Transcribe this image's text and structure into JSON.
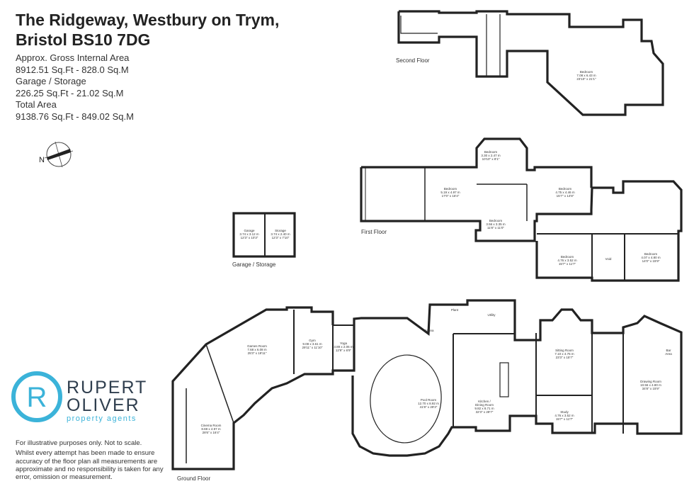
{
  "title": {
    "line1": "The Ridgeway, Westbury on Trym,",
    "line2": "Bristol BS10 7DG"
  },
  "areas": {
    "gia_label": "Approx. Gross Internal Area",
    "gia_value": "8912.51 Sq.Ft - 828.0 Sq.M",
    "garage_label": "Garage / Storage",
    "garage_value": "226.25 Sq.Ft - 21.02 Sq.M",
    "total_label": "Total Area",
    "total_value": "9138.76 Sq.Ft - 849.02 Sq.M"
  },
  "floors": {
    "second": "Second Floor",
    "first": "First Floor",
    "ground": "Ground Floor",
    "garage": "Garage / Storage"
  },
  "rooms": {
    "bedroom_second": {
      "name": "Bedroom",
      "dim1": "7.08 x 6.43 m",
      "dim2": "23'10\" x 21'1\""
    },
    "bedroom_a": {
      "name": "Bedroom",
      "dim1": "3.30 x 2.47 m",
      "dim2": "10'10\" x 8'1\""
    },
    "bedroom_b": {
      "name": "Bedroom",
      "dim1": "5.19 x 4.97 m",
      "dim2": "17'0\" x 16'4\""
    },
    "bedroom_c": {
      "name": "Bedroom",
      "dim1": "4.75 x 4.46 m",
      "dim2": "15'7\" x 14'8\""
    },
    "bedroom_d": {
      "name": "Bedroom",
      "dim1": "3.56 x 3.35 m",
      "dim2": "11'8\" x 11'0\""
    },
    "bedroom_e": {
      "name": "Bedroom",
      "dim1": "4.76 x 3.52 m",
      "dim2": "15'7\" x 11'7\""
    },
    "bedroom_f": {
      "name": "Bedroom",
      "dim1": "4.07 x 4.80 m",
      "dim2": "14'0\" x 15'9\""
    },
    "void": {
      "name": "Void"
    },
    "garage": {
      "name": "Garage",
      "dim1": "3.74 x 3.12 m",
      "dim2": "12'3\" x 10'3\""
    },
    "storage": {
      "name": "Storage",
      "dim1": "3.74 x 2.40 m",
      "dim2": "12'3\" x 7'10\""
    },
    "games": {
      "name": "Games Room",
      "dim1": "7.68 x 6.08 m",
      "dim2": "25'3\" x 19'11\""
    },
    "gym": {
      "name": "Gym",
      "dim1": "9.08 x 3.61 m",
      "dim2": "29'11\" x 11'10\""
    },
    "yoga": {
      "name": "Yoga",
      "dim1": "3.89 x 2.06 m",
      "dim2": "12'9\" x 6'9\""
    },
    "cinema": {
      "name": "Cinema Room",
      "dim1": "8.69 x 4.97 m",
      "dim2": "28'6\" x 16'4\""
    },
    "pool": {
      "name": "Pool Room",
      "dim1": "12.70 x 8.92 m",
      "dim2": "41'8\" x 29'3\""
    },
    "plant": {
      "name": "Plant"
    },
    "sauna": {
      "name": "Sauna"
    },
    "utility": {
      "name": "Utility"
    },
    "kitchen": {
      "name": "Kitchen /",
      "name2": "Dining Room",
      "dim1": "9.82 x 8.71 m",
      "dim2": "32'3\" x 28'7\""
    },
    "sitting": {
      "name": "Sitting Room",
      "dim1": "7.10 x 4.76 m",
      "dim2": "23'3\" x 15'7\""
    },
    "study": {
      "name": "Study",
      "dim1": "4.76 x 3.52 m",
      "dim2": "15'7\" x 11'7\""
    },
    "drawing": {
      "name": "Drawing Room",
      "dim1": "10.56 x 4.80 m",
      "dim2": "34'8\" x 15'9\""
    },
    "bar": {
      "name": "Bar",
      "name2": "Area"
    }
  },
  "compass": {
    "letter": "N"
  },
  "logo": {
    "word1": "RUPERT",
    "word2": "OLIVER",
    "tagline": "property agents",
    "mark": "R"
  },
  "disclaimer": {
    "line1": "For illustrative purposes only. Not to scale.",
    "line2": "Whilst every attempt has been made to ensure accuracy of the floor plan all measurements are approximate and no responsibility is taken for any error, omission or measurement."
  },
  "colors": {
    "wall": "#222222",
    "logo_blue": "#3bb3d9",
    "logo_dark": "#2f3e4e"
  }
}
